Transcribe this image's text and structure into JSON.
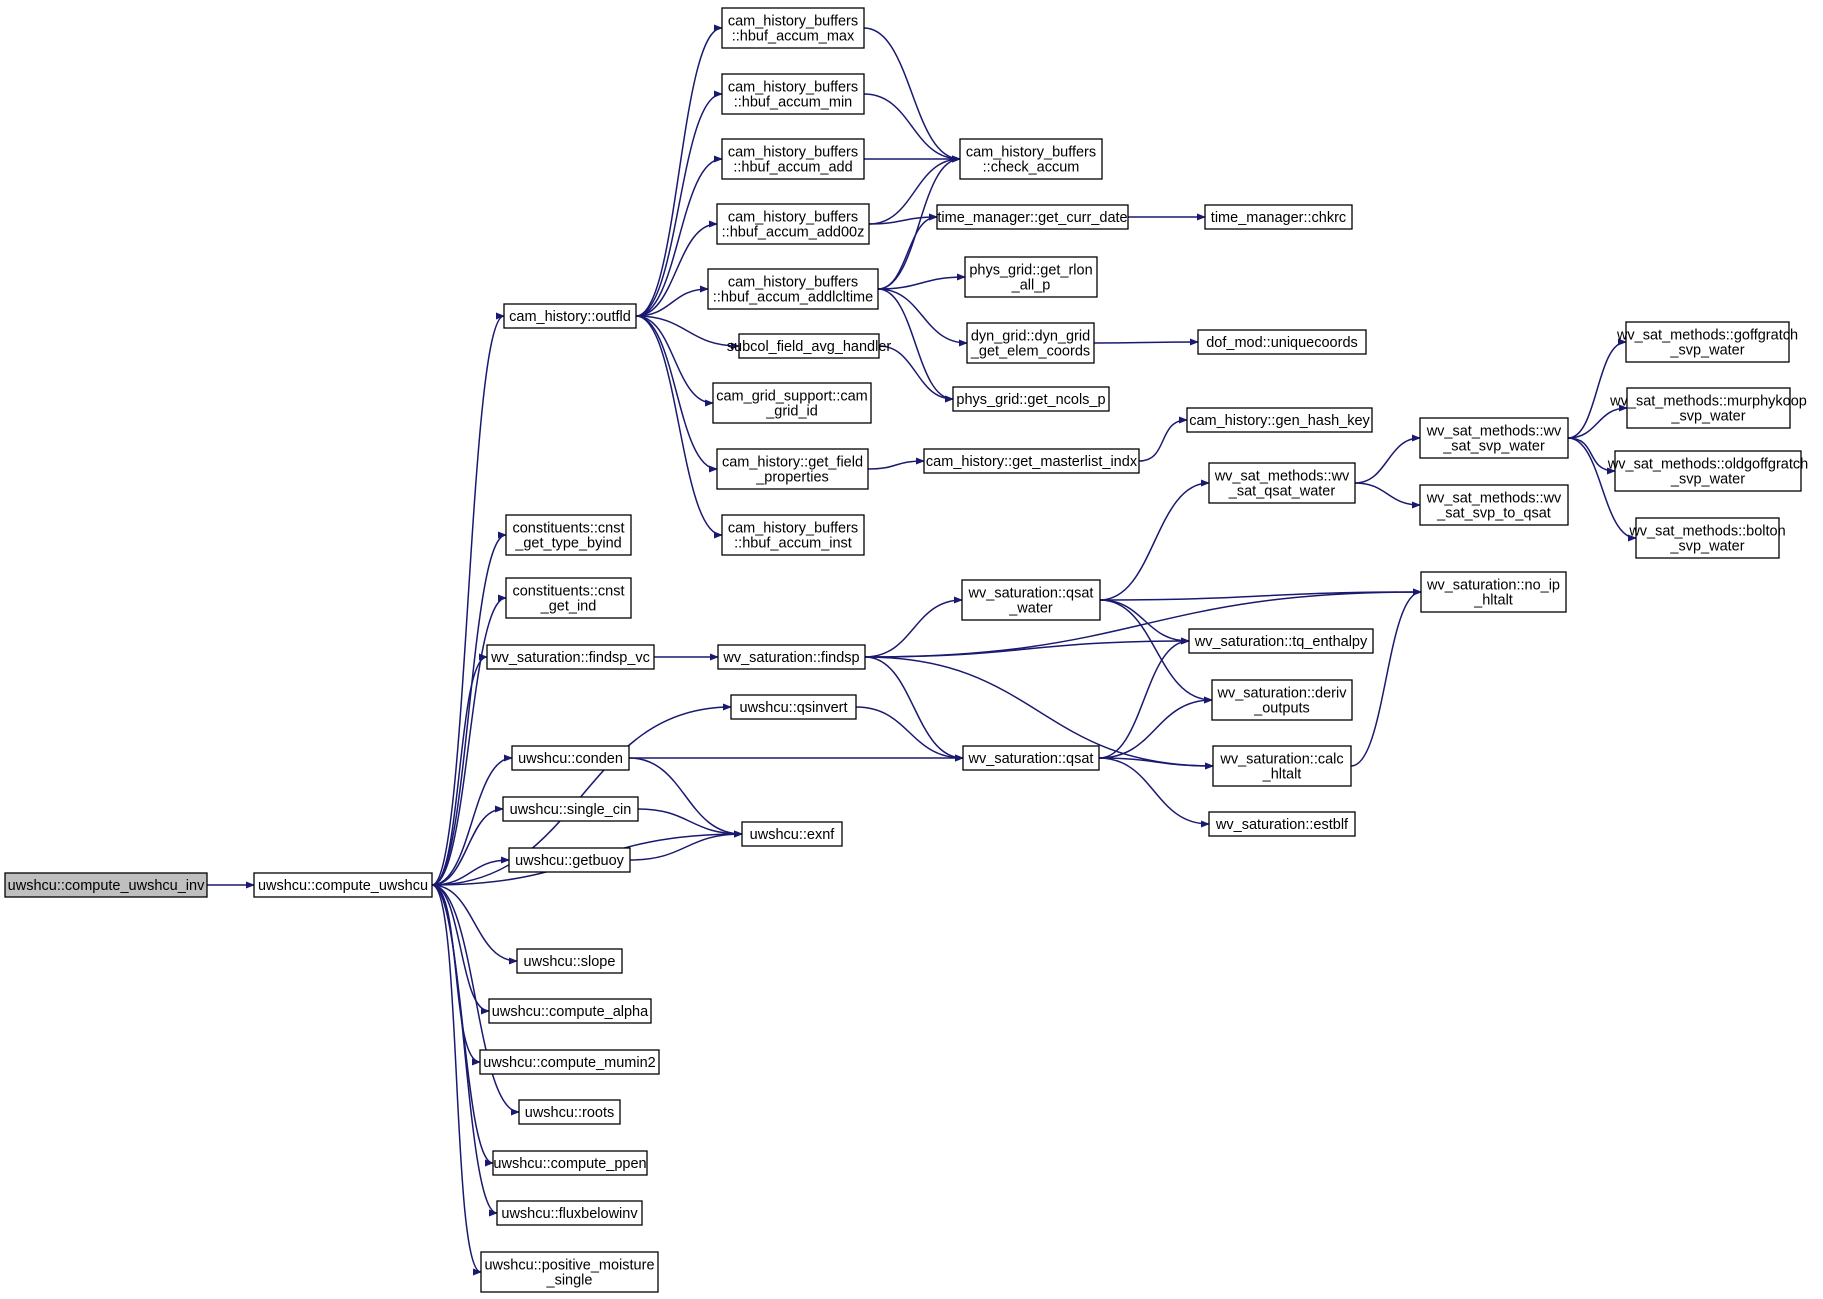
{
  "colors": {
    "edge": "#191970",
    "root_fill": "#bfbfbf",
    "node_fill": "#ffffff",
    "node_stroke": "#000000"
  },
  "nodes": [
    {
      "id": "n0",
      "lines": [
        "uwshcu::compute_uwshcu_inv"
      ],
      "root": true
    },
    {
      "id": "n1",
      "lines": [
        "uwshcu::compute_uwshcu"
      ]
    },
    {
      "id": "n2",
      "lines": [
        "cam_history::outfld"
      ]
    },
    {
      "id": "n3",
      "lines": [
        "constituents::cnst",
        "_get_type_byind"
      ]
    },
    {
      "id": "n4",
      "lines": [
        "constituents::cnst",
        "_get_ind"
      ]
    },
    {
      "id": "n5",
      "lines": [
        "wv_saturation::findsp_vc"
      ]
    },
    {
      "id": "n6",
      "lines": [
        "uwshcu::qsinvert"
      ]
    },
    {
      "id": "n7",
      "lines": [
        "uwshcu::conden"
      ]
    },
    {
      "id": "n8",
      "lines": [
        "uwshcu::single_cin"
      ]
    },
    {
      "id": "n9",
      "lines": [
        "uwshcu::getbuoy"
      ]
    },
    {
      "id": "n10",
      "lines": [
        "uwshcu::exnf"
      ]
    },
    {
      "id": "n11",
      "lines": [
        "uwshcu::slope"
      ]
    },
    {
      "id": "n12",
      "lines": [
        "uwshcu::compute_alpha"
      ]
    },
    {
      "id": "n13",
      "lines": [
        "uwshcu::compute_mumin2"
      ]
    },
    {
      "id": "n14",
      "lines": [
        "uwshcu::roots"
      ]
    },
    {
      "id": "n15",
      "lines": [
        "uwshcu::compute_ppen"
      ]
    },
    {
      "id": "n16",
      "lines": [
        "uwshcu::fluxbelowinv"
      ]
    },
    {
      "id": "n17",
      "lines": [
        "uwshcu::positive_moisture",
        "_single"
      ]
    },
    {
      "id": "n18",
      "lines": [
        "cam_history_buffers",
        "::hbuf_accum_max"
      ]
    },
    {
      "id": "n19",
      "lines": [
        "cam_history_buffers",
        "::hbuf_accum_min"
      ]
    },
    {
      "id": "n20",
      "lines": [
        "cam_history_buffers",
        "::hbuf_accum_add"
      ]
    },
    {
      "id": "n21",
      "lines": [
        "cam_history_buffers",
        "::hbuf_accum_add00z"
      ]
    },
    {
      "id": "n22",
      "lines": [
        "cam_history_buffers",
        "::hbuf_accum_addlcltime"
      ]
    },
    {
      "id": "n23",
      "lines": [
        "subcol_field_avg_handler"
      ]
    },
    {
      "id": "n24",
      "lines": [
        "cam_grid_support::cam",
        "_grid_id"
      ]
    },
    {
      "id": "n25",
      "lines": [
        "cam_history::get_field",
        "_properties"
      ]
    },
    {
      "id": "n26",
      "lines": [
        "cam_history_buffers",
        "::hbuf_accum_inst"
      ]
    },
    {
      "id": "n27",
      "lines": [
        "cam_history_buffers",
        "::check_accum"
      ]
    },
    {
      "id": "n28",
      "lines": [
        "time_manager::get_curr_date"
      ]
    },
    {
      "id": "n29",
      "lines": [
        "time_manager::chkrc"
      ]
    },
    {
      "id": "n30",
      "lines": [
        "phys_grid::get_rlon",
        "_all_p"
      ]
    },
    {
      "id": "n31",
      "lines": [
        "dyn_grid::dyn_grid",
        "_get_elem_coords"
      ]
    },
    {
      "id": "n32",
      "lines": [
        "dof_mod::uniquecoords"
      ]
    },
    {
      "id": "n33",
      "lines": [
        "phys_grid::get_ncols_p"
      ]
    },
    {
      "id": "n34",
      "lines": [
        "cam_history::get_masterlist_indx"
      ]
    },
    {
      "id": "n35",
      "lines": [
        "cam_history::gen_hash_key"
      ]
    },
    {
      "id": "n36",
      "lines": [
        "wv_saturation::findsp"
      ]
    },
    {
      "id": "n37",
      "lines": [
        "wv_saturation::qsat",
        "_water"
      ]
    },
    {
      "id": "n38",
      "lines": [
        "wv_saturation::qsat"
      ]
    },
    {
      "id": "n39",
      "lines": [
        "wv_sat_methods::wv",
        "_sat_qsat_water"
      ]
    },
    {
      "id": "n40",
      "lines": [
        "wv_saturation::tq_enthalpy"
      ]
    },
    {
      "id": "n41",
      "lines": [
        "wv_saturation::deriv",
        "_outputs"
      ]
    },
    {
      "id": "n42",
      "lines": [
        "wv_saturation::calc",
        "_hltalt"
      ]
    },
    {
      "id": "n43",
      "lines": [
        "wv_saturation::estblf"
      ]
    },
    {
      "id": "n44",
      "lines": [
        "wv_saturation::no_ip",
        "_hltalt"
      ]
    },
    {
      "id": "n45",
      "lines": [
        "wv_sat_methods::wv",
        "_sat_svp_water"
      ]
    },
    {
      "id": "n46",
      "lines": [
        "wv_sat_methods::wv",
        "_sat_svp_to_qsat"
      ]
    },
    {
      "id": "n47",
      "lines": [
        "wv_sat_methods::goffgratch",
        "_svp_water"
      ]
    },
    {
      "id": "n48",
      "lines": [
        "wv_sat_methods::murphykoop",
        "_svp_water"
      ]
    },
    {
      "id": "n49",
      "lines": [
        "wv_sat_methods::oldgoffgratch",
        "_svp_water"
      ]
    },
    {
      "id": "n50",
      "lines": [
        "wv_sat_methods::bolton",
        "_svp_water"
      ]
    }
  ],
  "edges": [
    [
      "n0",
      "n1"
    ],
    [
      "n1",
      "n2"
    ],
    [
      "n1",
      "n3"
    ],
    [
      "n1",
      "n4"
    ],
    [
      "n1",
      "n5"
    ],
    [
      "n1",
      "n6"
    ],
    [
      "n1",
      "n7"
    ],
    [
      "n1",
      "n8"
    ],
    [
      "n1",
      "n9"
    ],
    [
      "n1",
      "n10"
    ],
    [
      "n1",
      "n11"
    ],
    [
      "n1",
      "n12"
    ],
    [
      "n1",
      "n13"
    ],
    [
      "n1",
      "n14"
    ],
    [
      "n1",
      "n15"
    ],
    [
      "n1",
      "n16"
    ],
    [
      "n1",
      "n17"
    ],
    [
      "n2",
      "n18"
    ],
    [
      "n2",
      "n19"
    ],
    [
      "n2",
      "n20"
    ],
    [
      "n2",
      "n21"
    ],
    [
      "n2",
      "n22"
    ],
    [
      "n2",
      "n23"
    ],
    [
      "n2",
      "n24"
    ],
    [
      "n2",
      "n25"
    ],
    [
      "n2",
      "n26"
    ],
    [
      "n18",
      "n27"
    ],
    [
      "n19",
      "n27"
    ],
    [
      "n20",
      "n27"
    ],
    [
      "n21",
      "n27"
    ],
    [
      "n22",
      "n27"
    ],
    [
      "n21",
      "n28"
    ],
    [
      "n22",
      "n28"
    ],
    [
      "n28",
      "n29"
    ],
    [
      "n22",
      "n30"
    ],
    [
      "n22",
      "n31"
    ],
    [
      "n22",
      "n33"
    ],
    [
      "n23",
      "n33"
    ],
    [
      "n31",
      "n32"
    ],
    [
      "n25",
      "n34"
    ],
    [
      "n34",
      "n35"
    ],
    [
      "n5",
      "n36"
    ],
    [
      "n36",
      "n37"
    ],
    [
      "n36",
      "n40"
    ],
    [
      "n36",
      "n38"
    ],
    [
      "n36",
      "n42"
    ],
    [
      "n36",
      "n44"
    ],
    [
      "n37",
      "n39"
    ],
    [
      "n37",
      "n44"
    ],
    [
      "n37",
      "n40"
    ],
    [
      "n37",
      "n41"
    ],
    [
      "n39",
      "n45"
    ],
    [
      "n39",
      "n46"
    ],
    [
      "n45",
      "n47"
    ],
    [
      "n45",
      "n48"
    ],
    [
      "n45",
      "n49"
    ],
    [
      "n45",
      "n50"
    ],
    [
      "n6",
      "n38"
    ],
    [
      "n7",
      "n38"
    ],
    [
      "n7",
      "n10"
    ],
    [
      "n8",
      "n10"
    ],
    [
      "n9",
      "n10"
    ],
    [
      "n38",
      "n40"
    ],
    [
      "n38",
      "n41"
    ],
    [
      "n38",
      "n42"
    ],
    [
      "n38",
      "n43"
    ],
    [
      "n42",
      "n44"
    ]
  ]
}
